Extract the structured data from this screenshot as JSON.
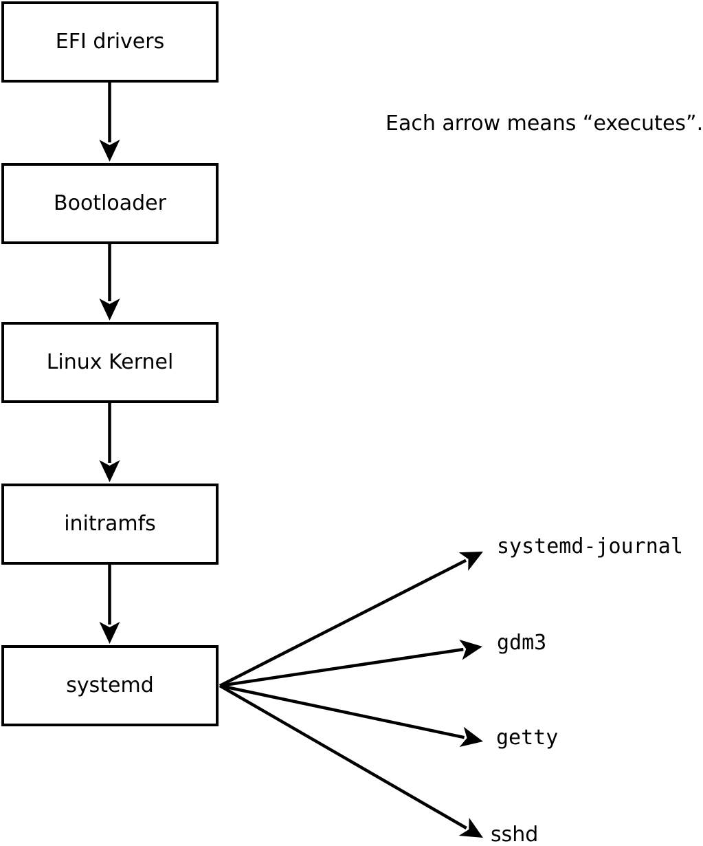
{
  "diagram": {
    "annotation": "Each arrow means “executes”.",
    "chain": [
      {
        "label": "EFI drivers"
      },
      {
        "label": "Bootloader"
      },
      {
        "label": "Linux Kernel"
      },
      {
        "label": "initramfs"
      },
      {
        "label": "systemd"
      }
    ],
    "spawned": [
      {
        "label": "systemd-journal"
      },
      {
        "label": "gdm3"
      },
      {
        "label": "getty"
      },
      {
        "label": "sshd"
      }
    ],
    "colors": {
      "stroke": "#000000",
      "background": "#ffffff"
    }
  }
}
